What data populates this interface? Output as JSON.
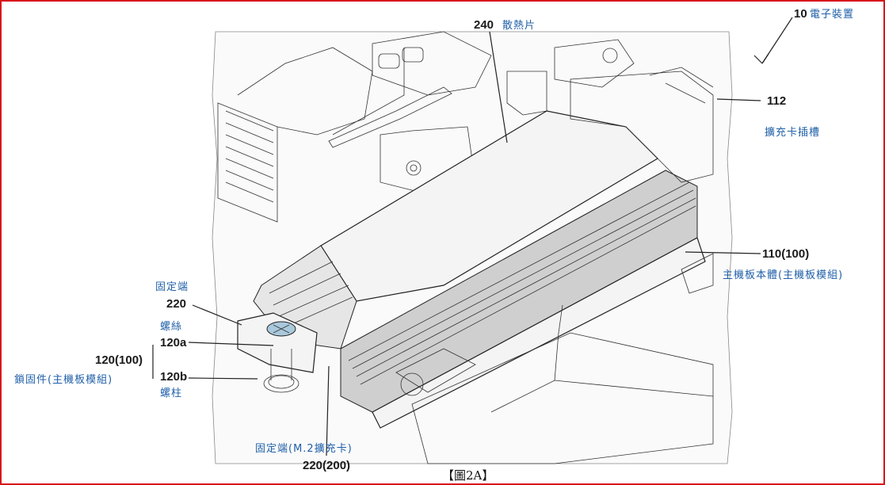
{
  "figure": {
    "caption": "【圖2A】",
    "labels": {
      "device_num": "10",
      "device_text": "電子裝置",
      "heatsink_num": "240",
      "heatsink_text": "散熱片",
      "slot_num": "112",
      "slot_text": "擴充卡插槽",
      "body_num": "110(100)",
      "body_text": "主機板本體(主機板模組)",
      "fixed_end_text": "固定端",
      "fixed_end_num": "220",
      "screw_text": "螺絲",
      "lock_a": "120a",
      "lock_num": "120(100)",
      "lock_b": "120b",
      "lock_text": "鎖固件(主機板模組)",
      "post_text": "螺柱",
      "card_end_text": "固定端(M.2擴充卡)",
      "card_end_num": "220(200)"
    }
  },
  "colors": {
    "frame": "#d8161b",
    "label_blue": "#1f5fa8",
    "label_black": "#1a1a1a"
  }
}
